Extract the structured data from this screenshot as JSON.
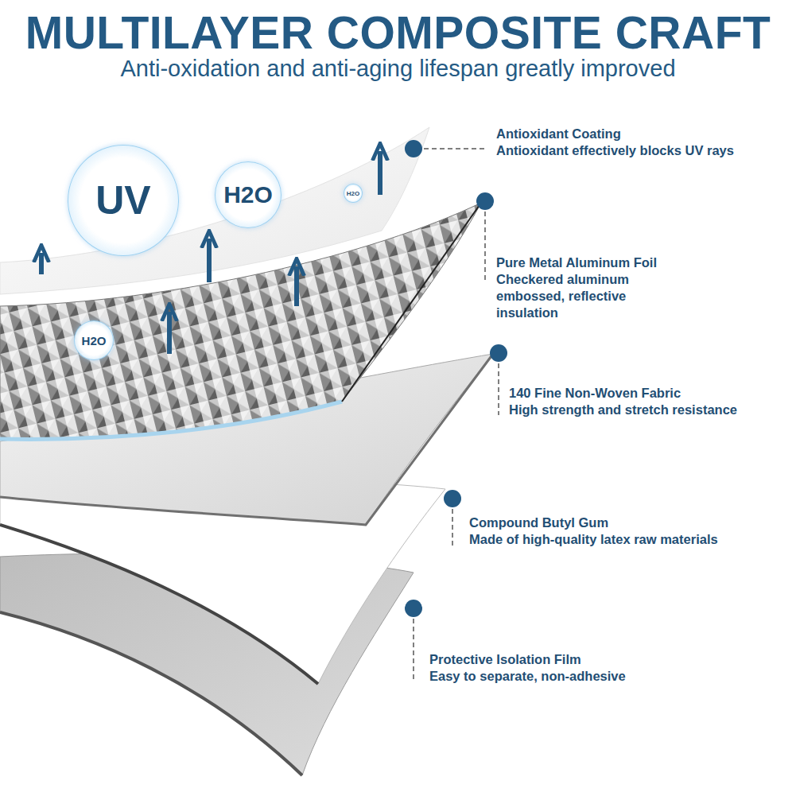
{
  "diagram": {
    "title": "MULTILAYER COMPOSITE CRAFT",
    "nodes": [
      {
        "text": [
          "UV"
        ]
      },
      {
        "text": [
          "H2O"
        ]
      },
      {
        "text": [
          "H2O"
        ]
      },
      {
        "text": [
          "H2O"
        ]
      }
    ],
    "labels": [
      "Anti-oxidation and anti-aging lifespan greatly improved",
      "Antioxidant Coating",
      "Antioxidant effectively blocks UV rays",
      "Pure Metal Aluminum Foil",
      "Checkered aluminum embossed, reflective insulation",
      "140 Fine Non-Woven Fabric",
      "High strength and stretch resistance",
      "Compound Butyl Gum",
      "Made of high-quality latex raw materials",
      "Protective Isolation Film",
      "Easy to separate, non-adhesive"
    ]
  }
}
